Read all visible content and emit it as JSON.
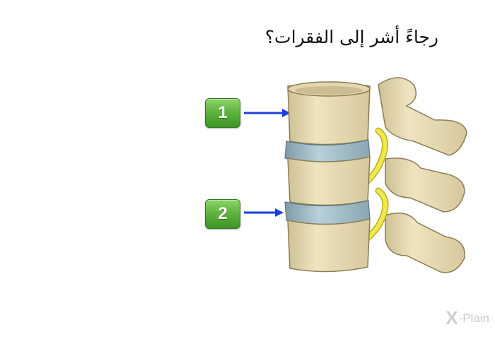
{
  "question": {
    "text": "رجاءً أشر إلى الفقرات؟"
  },
  "answers": [
    {
      "label": "1"
    },
    {
      "label": "2"
    }
  ],
  "brand": {
    "mark": "X",
    "text": "-Plain"
  },
  "colors": {
    "button_green": "#5fb53f",
    "arrow_blue": "#1a3fe0",
    "bone": "#e8dcb4",
    "disc": "#a9c2cc",
    "nerve": "#f1e84a"
  },
  "icons": {
    "spine_illustration": "vertebrae-spine-illustration"
  }
}
